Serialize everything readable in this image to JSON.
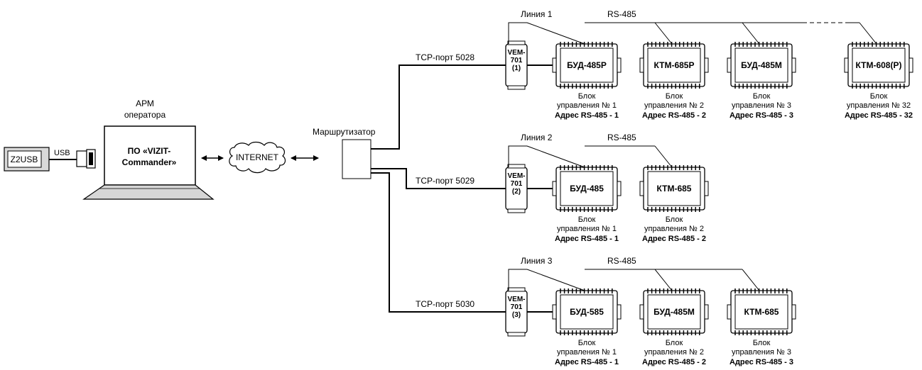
{
  "left": {
    "z2usb": "Z2USB",
    "usb": "USB",
    "arm_line1": "АРМ",
    "arm_line2": "оператора",
    "software_line1": "ПО «VIZIT-",
    "software_line2": "Commander»",
    "internet": "INTERNET",
    "router": "Маршрутизатор"
  },
  "lines": [
    {
      "line_label": "Линия 1",
      "bus_label": "RS-485",
      "tcp_port": "TCP-порт 5028",
      "converter": [
        "VEM-",
        "701",
        "(1)"
      ],
      "blocks": [
        {
          "name": "БУД-485P",
          "caption1": "Блок",
          "caption2": "управления № 1",
          "address": "Адрес RS-485 - 1"
        },
        {
          "name": "КТМ-685P",
          "caption1": "Блок",
          "caption2": "управления № 2",
          "address": "Адрес RS-485 - 2"
        },
        {
          "name": "БУД-485M",
          "caption1": "Блок",
          "caption2": "управления № 3",
          "address": "Адрес RS-485 - 3"
        },
        {
          "name": "КТМ-608(P)",
          "caption1": "Блок",
          "caption2": "управления № 32",
          "address": "Адрес RS-485 - 32"
        }
      ]
    },
    {
      "line_label": "Линия 2",
      "bus_label": "RS-485",
      "tcp_port": "TCP-порт 5029",
      "converter": [
        "VEM-",
        "701",
        "(2)"
      ],
      "blocks": [
        {
          "name": "БУД-485",
          "caption1": "Блок",
          "caption2": "управления № 1",
          "address": "Адрес RS-485 - 1"
        },
        {
          "name": "КТМ-685",
          "caption1": "Блок",
          "caption2": "управления № 2",
          "address": "Адрес RS-485 - 2"
        }
      ]
    },
    {
      "line_label": "Линия 3",
      "bus_label": "RS-485",
      "tcp_port": "TCP-порт 5030",
      "converter": [
        "VEM-",
        "701",
        "(3)"
      ],
      "blocks": [
        {
          "name": "БУД-585",
          "caption1": "Блок",
          "caption2": "управления № 1",
          "address": "Адрес RS-485 - 1"
        },
        {
          "name": "БУД-485M",
          "caption1": "Блок",
          "caption2": "управления № 2",
          "address": "Адрес RS-485 - 2"
        },
        {
          "name": "КТМ-685",
          "caption1": "Блок",
          "caption2": "управления № 3",
          "address": "Адрес RS-485 - 3"
        }
      ]
    }
  ]
}
